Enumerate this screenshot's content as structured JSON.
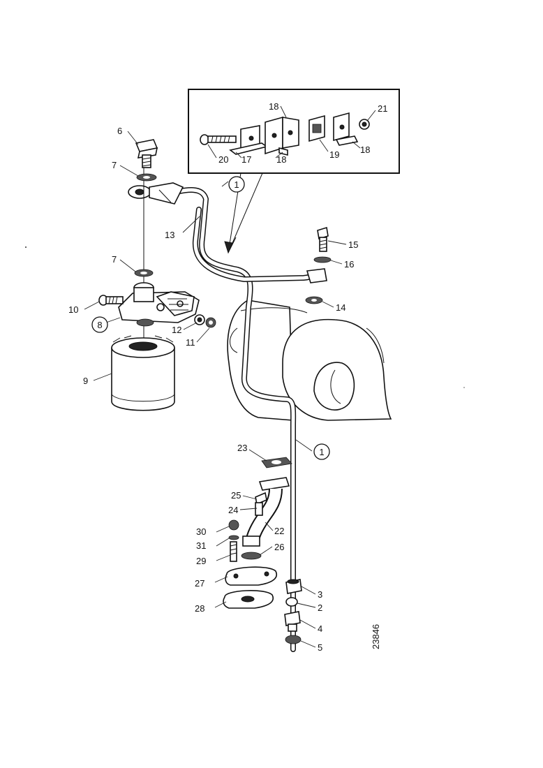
{
  "diagram": {
    "drawing_number": "23846",
    "inset_labels": [
      "18",
      "21",
      "20",
      "17",
      "18",
      "19",
      "18"
    ],
    "callouts": {
      "c1_top": "1",
      "c1_bottom": "1",
      "c8": "8"
    },
    "labels": {
      "p6": "6",
      "p7a": "7",
      "p7b": "7",
      "p13": "13",
      "p10": "10",
      "p12": "12",
      "p11": "11",
      "p9": "9",
      "p15": "15",
      "p16": "16",
      "p14": "14",
      "p23": "23",
      "p25": "25",
      "p24": "24",
      "p22": "22",
      "p30": "30",
      "p31": "31",
      "p29": "29",
      "p26": "26",
      "p27": "27",
      "p28": "28",
      "p3": "3",
      "p2": "2",
      "p4": "4",
      "p5": "5"
    }
  }
}
